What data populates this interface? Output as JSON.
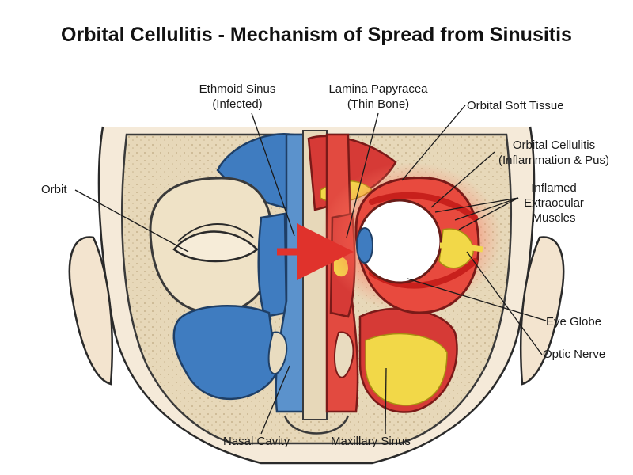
{
  "title": "Orbital Cellulitis - Mechanism of Spread from Sinusitis",
  "labels": {
    "ethmoid_sinus": [
      "Ethmoid Sinus",
      "(Infected)"
    ],
    "lamina_papyracea": [
      "Lamina Papyracea",
      "(Thin Bone)"
    ],
    "orbital_soft_tissue": "Orbital Soft Tissue",
    "orbital_cellulitis": [
      "Orbital Cellulitis",
      "(Inflammation & Pus)"
    ],
    "orbit": "Orbit",
    "inflamed_muscles": [
      "Inflamed",
      "Extraocular",
      "Muscles"
    ],
    "eye_globe": "Eye Globe",
    "optic_nerve": "Optic Nerve",
    "nasal_cavity": "Nasal Cavity",
    "maxillary_sinus": "Maxillary Sinus"
  },
  "colors": {
    "healthy_sinus": "#3f7cc0",
    "infected_sinus": "#d63a36",
    "pus": "#f2d848",
    "bone": "#e9dcc0",
    "spread_arrow": "#e0322c"
  }
}
